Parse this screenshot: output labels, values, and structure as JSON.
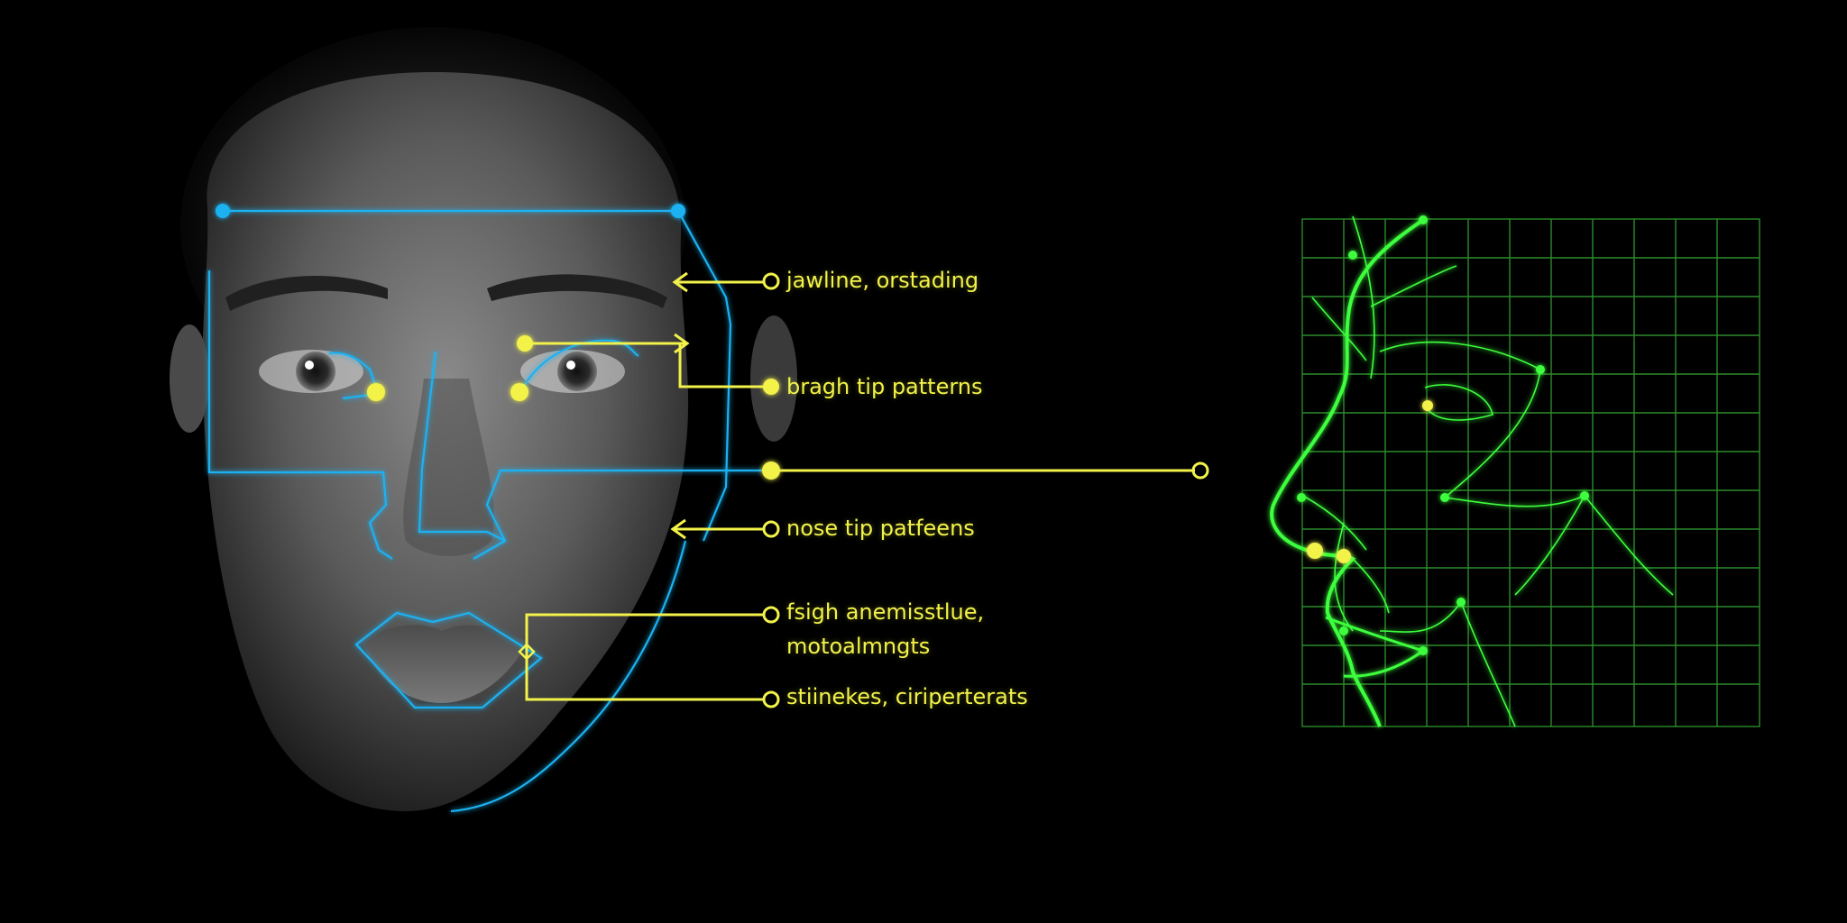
{
  "labels": [
    {
      "lines": [
        "jawline, orstading"
      ]
    },
    {
      "lines": [
        "bragh tip patterns"
      ]
    },
    {
      "lines": [
        "nose tip patfeens"
      ]
    },
    {
      "lines": [
        "fsigh anemisstlue,",
        "motoalmngts"
      ]
    },
    {
      "lines": [
        "stiinekes, ciriperterats"
      ]
    }
  ],
  "colors": {
    "background": "#000000",
    "face_outline": "#1ab2f2",
    "callout": "#f2f24a",
    "profile_grid": "#2c8c2c",
    "profile_line": "#3cff3c"
  },
  "icons": {
    "face": "grayscale-face-photo",
    "profile": "wireframe-face-profile"
  }
}
